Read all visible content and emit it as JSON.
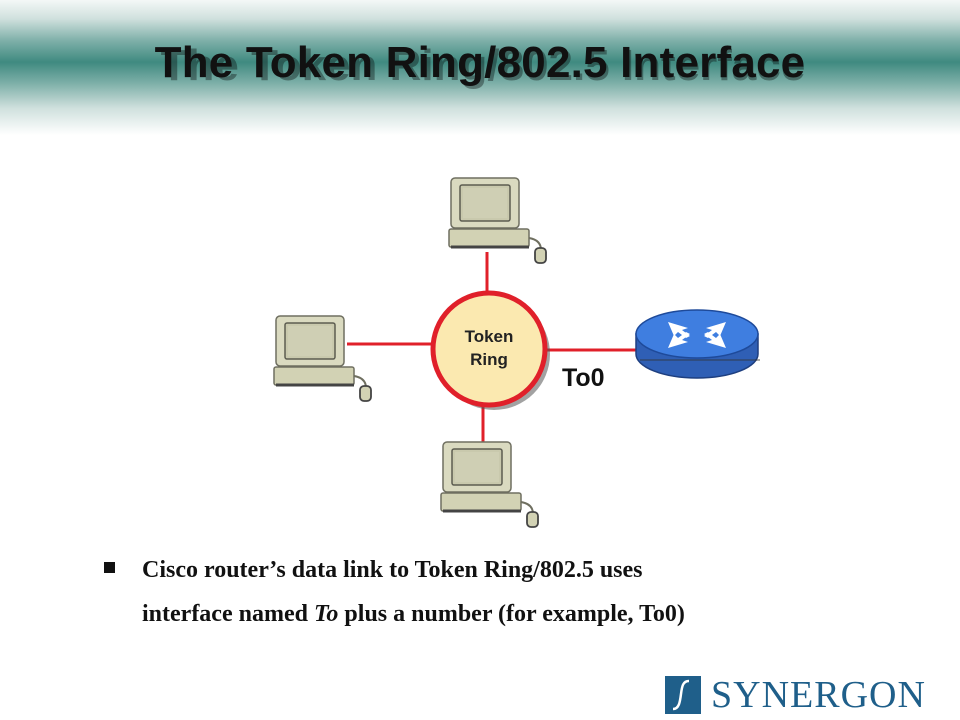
{
  "slide": {
    "title": "The Token Ring/802.5 Interface"
  },
  "diagram": {
    "ring_label_line1": "Token",
    "ring_label_line2": "Ring",
    "interface_label": "To0",
    "colors": {
      "link": "#e0202a",
      "ring_fill": "#fbe9b0",
      "router_fill": "#3f7ee0",
      "pc_body": "#d2d2b4"
    }
  },
  "bullet": {
    "part1": "Cisco router’s data link to Token Ring/802.5 uses",
    "part2": "interface named ",
    "part3_italic": "To",
    "part4": " plus a number (for example, To0)"
  },
  "logo": {
    "text": "SYNERGON",
    "color": "#1f5f8a"
  }
}
